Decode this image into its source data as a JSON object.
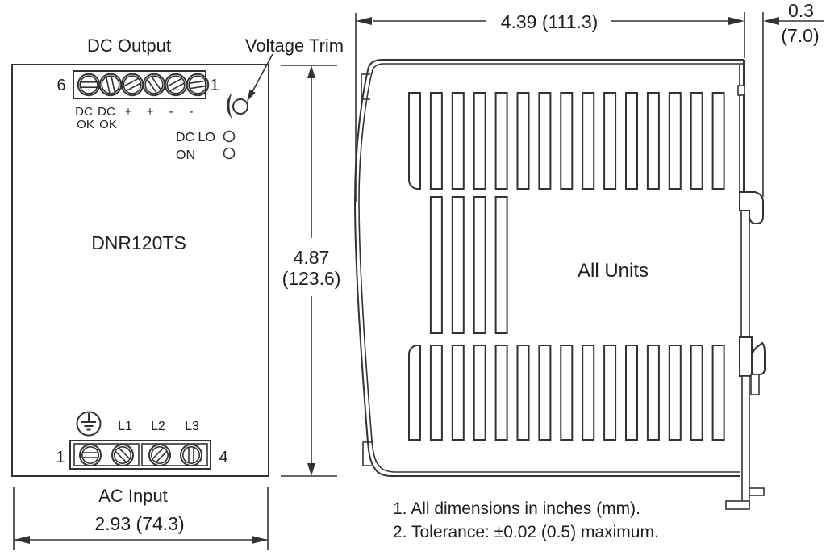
{
  "drawing": {
    "front_view": {
      "title": "DC Output",
      "voltage_trim": "Voltage Trim",
      "model": "DNR120TS",
      "dc_terminal": {
        "pin_left": "6",
        "pin_right": "1",
        "labels_row1": [
          "DC",
          "DC",
          "+",
          "+",
          "-",
          "-"
        ],
        "labels_row2": [
          "OK",
          "OK"
        ]
      },
      "leds": {
        "dc_lo": "DC LO",
        "on": "ON"
      },
      "ac_terminal": {
        "pin_left": "1",
        "pin_right": "4",
        "phase_labels": [
          "L1",
          "L2",
          "L3"
        ]
      },
      "ac_input": "AC Input",
      "dim_width": "2.93 (74.3)",
      "dim_height_in": "4.87",
      "dim_height_mm": "(123.6)"
    },
    "side_view": {
      "caption": "All Units",
      "dim_depth": "4.39 (111.3)",
      "dim_rail_in": "0.3",
      "dim_rail_mm": "(7.0)"
    },
    "notes": {
      "note1": "1. All dimensions in inches (mm).",
      "note2": "2. Tolerance: ±0.02 (0.5) maximum."
    },
    "colors": {
      "line": "#333333",
      "text": "#1e1e1e",
      "background": "#ffffff"
    }
  }
}
